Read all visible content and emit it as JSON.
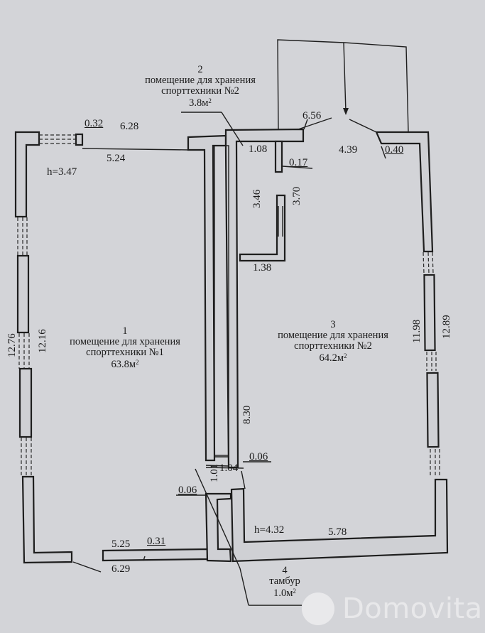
{
  "document": {
    "type": "floor plan",
    "background_color": "#d3d4d8",
    "line_color": "#1e1e1e"
  },
  "rooms": [
    {
      "number": "1",
      "name_line1": "помещение для хранения",
      "name_line2": "спорттехники №1",
      "area": "63.8м",
      "area_sup": "2"
    },
    {
      "number": "2",
      "name_line1": "помещение для хранения",
      "name_line2": "спорттехники №2",
      "area": "3.8м",
      "area_sup": "2"
    },
    {
      "number": "3",
      "name_line1": "помещение для хранения",
      "name_line2": "спорттехники №2",
      "area": "64.2м",
      "area_sup": "2"
    },
    {
      "number": "4",
      "name_line1": "тамбур",
      "area": "1.0м",
      "area_sup": "2"
    }
  ],
  "heights": {
    "room1": "h=3.47",
    "room3": "h=4.32"
  },
  "dimensions": {
    "top_window_left": "0.32",
    "top_outer_left": "6.28",
    "top_inner_left": "5.24",
    "room2_width": "1.08",
    "partition_thickness": "0.17",
    "room2_depth": "3.46",
    "room2_partition": "3.70",
    "room2_bottom": "1.38",
    "top_outer_right": "6.56",
    "top_inner_right": "4.39",
    "right_wall_thickness": "0.40",
    "left_outer": "12.76",
    "left_inner": "12.16",
    "right_inner": "11.98",
    "right_outer": "12.89",
    "corridor_length": "8.30",
    "corridor_width": "1.04",
    "corridor_small": "0.06",
    "vestibule_depth": "1.01",
    "vestibule_small": "0.06",
    "bottom_inner_left": "5.25",
    "bottom_wall_thickness": "0.31",
    "bottom_outer_left": "6.29",
    "bottom_inner_right": "5.78"
  },
  "watermark": {
    "text": "Domovita"
  }
}
